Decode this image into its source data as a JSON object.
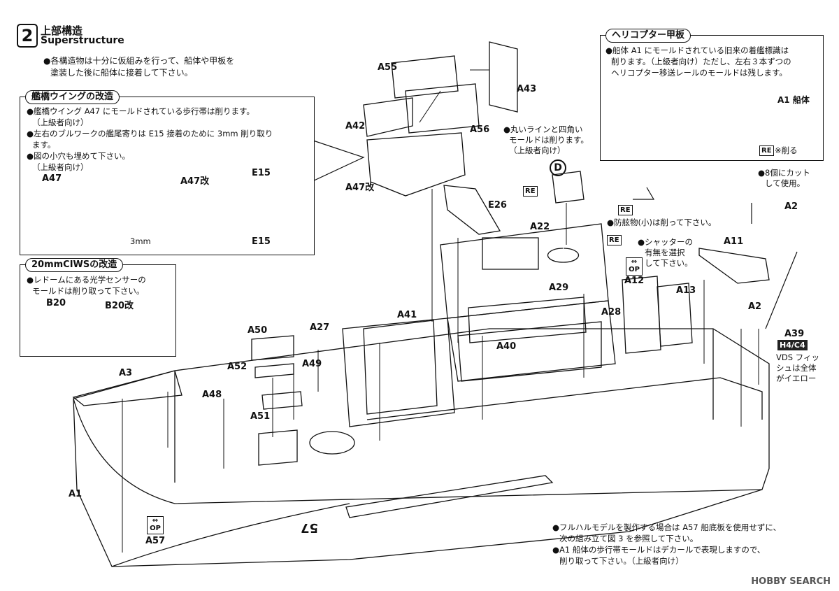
{
  "step": {
    "number": "2",
    "title_jp": "上部構造",
    "title_en": "Superstructure",
    "intro": [
      "●各構造物は十分に仮組みを行って、船体や甲板を",
      "塗装した後に船体に接着して下さい。"
    ]
  },
  "wing_box": {
    "title": "艦橋ウイングの改造",
    "lines": [
      "●艦橋ウイング A47 にモールドされている歩行帯は削ります。",
      "（上級者向け）",
      "●左右のブルワークの艦尾寄りは E15 接着のために 3mm 削り取り",
      "ます。",
      "●図の小穴も埋めて下さい。",
      "（上級者向け）"
    ],
    "labels": {
      "a47": "A47",
      "a47kai": "A47改",
      "e15_top": "E15",
      "e15_bottom": "E15",
      "dim": "3mm"
    }
  },
  "ciws_box": {
    "title": "20mmCIWSの改造",
    "lines": [
      "●レドームにある光学センサーの",
      "モールドは削り取って下さい。"
    ],
    "labels": {
      "b20": "B20",
      "b20kai": "B20改"
    }
  },
  "heli_box": {
    "title": "ヘリコプター甲板",
    "lines": [
      "●船体 A1 にモールドされている旧来の着艦標識は",
      "削ります。（上級者向け）ただし、左右３本ずつの",
      "ヘリコプター移送レールのモールドは残します。"
    ],
    "labels": {
      "a1": "A1 船体",
      "re": "RE",
      "re_note": "※削る"
    }
  },
  "notes": {
    "round_line": [
      "●丸いラインと四角い",
      "モールドは削ります。",
      "（上級者向け）"
    ],
    "fender": "●防舷物(小)は削って下さい。",
    "shutter": [
      "●シャッターの",
      "有無を選択",
      "して下さい。"
    ],
    "cut8": [
      "●8個にカット",
      "して使用。"
    ],
    "vds": [
      "VDS フィッ",
      "シュは全体",
      "がイエロー"
    ],
    "h4c4": "H4/C4",
    "bottom": [
      "●フルハルモデルを製作する場合は A57 船底板を使用せずに、",
      "次の組み立て図 3 を参照して下さい。",
      "●A1 船体の歩行帯モールドはデカールで表現しますので、",
      "削り取って下さい。（上級者向け）"
    ]
  },
  "parts": {
    "a55": "A55",
    "a43": "A43",
    "a42": "A42",
    "a56": "A56",
    "a47kai": "A47改",
    "e26": "E26",
    "a22": "A22",
    "d": "D",
    "re1": "RE",
    "re2": "RE",
    "re3": "RE",
    "a11": "A11",
    "a12": "A12",
    "a13": "A13",
    "a29": "A29",
    "a28": "A28",
    "a41": "A41",
    "a40": "A40",
    "a27": "A27",
    "a2": "A2",
    "a2b": "A2",
    "a39": "A39",
    "a50": "A50",
    "a52": "A52",
    "a49": "A49",
    "a48": "A48",
    "a51": "A51",
    "a3": "A3",
    "a1": "A1",
    "a57": "A57",
    "op1": "OP",
    "op2": "OP",
    "hull_no": "57"
  },
  "watermark": "HOBBY SEARCH"
}
